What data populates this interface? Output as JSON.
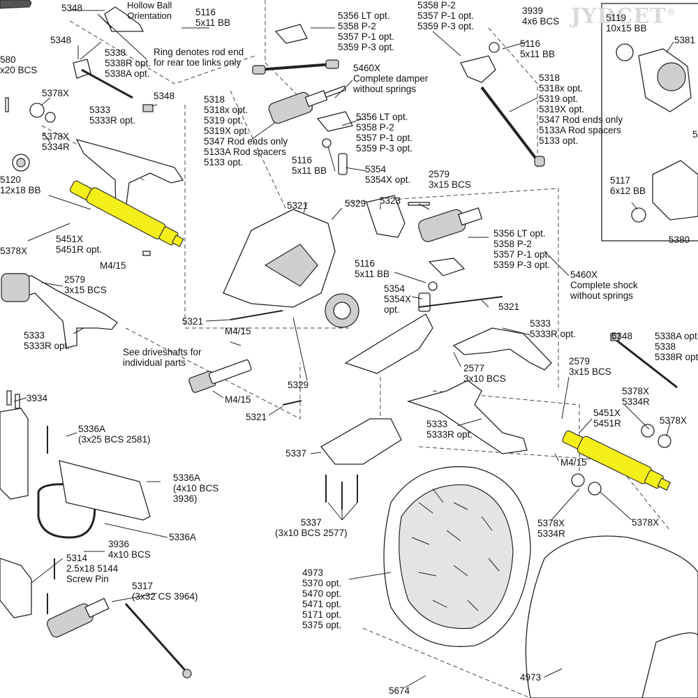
{
  "watermark": "JYDCET",
  "watermark_mark": "®",
  "labels": {
    "hollow_ball": "Hollow Ball\nOrientation",
    "l5348a": "5348",
    "l5348b": "5348",
    "l5348c": "5348",
    "l5338_ring": "5338\n5338R opt.\n5338A opt.",
    "ring_note": "Ring denotes rod end\nfor rear toe links only",
    "l580": "580\nx20 BCS",
    "l5378x_a": "5378X",
    "l5378x_5334r_a": "5378X\n5334R",
    "l5333_top": "5333\n5333R opt.",
    "l5120": "5120\n12x18 BB",
    "l5451x_a": "5451X\n5451R opt.",
    "m415_a": "M4/15",
    "l5378x_b": "5378X",
    "l2579_a": "2579\n3x15 BCS",
    "l5333_left": "5333\n5333R opt.",
    "see_driveshafts": "See driveshafts for\nindividual parts",
    "l5116_top": "5116\n5x11 BB",
    "l5318_left": "5318\n5318x opt.\n5319 opt.\n5319X opt.\n5347 Rod ends only\n5133A Rod spacers\n5133 opt.",
    "l5356_top": "5356 LT opt.\n5358 P-2\n5357 P-1 opt.\n5359 P-3 opt.",
    "l5460x_damper": "5460X\nComplete damper\nwithout springs",
    "l5356_mid": "5356 LT opt.\n5358 P-2\n5357 P-1 opt.\n5359 P-3 opt.",
    "l5116_mid": "5116\n5x11 BB",
    "l5354_top": "5354\n5354X opt.",
    "l5358_topright": "5358 P-2\n5357 P-1 opt.\n5359 P-3 opt.",
    "l3939": "3939\n4x6 BCS",
    "l5116_right": "5116\n5x11 BB",
    "l5318_right": "5318\n5318x opt.\n5319 opt.\n5319X opt.\n5347 Rod ends only\n5133A Rod spacers\n5133 opt.",
    "l2579_b": "2579\n3x15 BCS",
    "l5321_a": "5321",
    "l5329_a": "5329",
    "l5323": "5323",
    "l5356_right": "5356 LT opt.\n5358 P-2\n5357 P-1 opt.\n5359 P-3 opt.",
    "l5460x_shock": "5460X\nComplete shock\nwithout springs",
    "l5116_center": "5116\n5x11 BB",
    "l5354_center": "5354\n5354X\nopt.",
    "l5321_b": "5321",
    "l5321_c": "5321",
    "m415_b": "M4/15",
    "m415_c": "M4/15",
    "l5329_b": "5329",
    "l5321_d": "5321",
    "l5333_right": "5333\n5333R opt.",
    "l2577": "2577\n3x10 BCS",
    "l5348_right": "5348",
    "l5338_right": "5338A opt.\n5338\n5338R opt.",
    "l2579_c": "2579\n3x15 BCS",
    "l5378x_5334r_b": "5378X\n5334R",
    "l5451x_b": "5451X\n5451R",
    "l5378x_c": "5378X",
    "l5333_lower": "5333\n5333R opt.",
    "m415_d": "M4/15",
    "l5337_a": "5337",
    "l5337_b": "5337\n(3x10 BCS 2577)",
    "l5378x_5334r_c": "5378X\n5334R",
    "l5378x_d": "5378X",
    "l3934": "3934",
    "l5336a_a": "5336A\n(3x25 BCS 2581)",
    "l5336a_b": "5336A\n(4x10 BCS\n3936)",
    "l3936": "3936\n4x10 BCS",
    "l5336a_c": "5336A",
    "l5314": "5314\n2.5x18 5144\nScrew Pin",
    "l5317": "5317\n(3x32 CS 3964)",
    "l4973_list": "4973\n5370 opt.\n5470 opt.\n5471 opt.\n5171 opt.\n5375 opt.",
    "l5674": "5674",
    "l4973_b": "4973",
    "l5119": "5119\n10x15 BB",
    "l5381": "5381",
    "l5117": "5117\n6x12 BB",
    "l5380": "5380",
    "l5_edge": "5"
  }
}
